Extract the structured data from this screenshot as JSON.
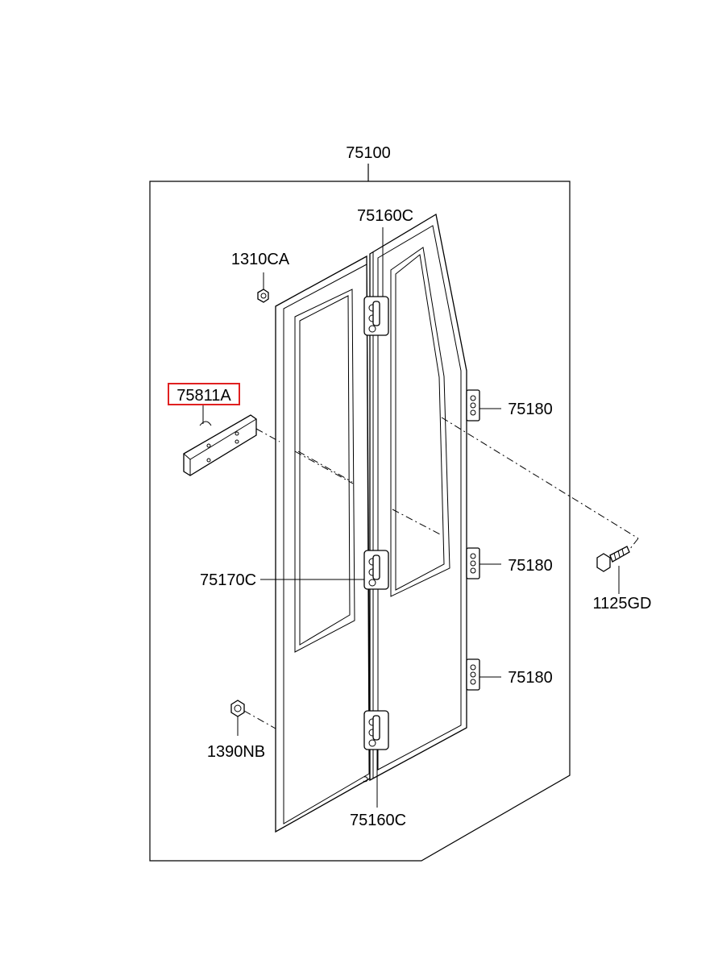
{
  "labels": {
    "assembly": "75100",
    "hinge_top": "75160C",
    "hinge_bottom": "75160C",
    "hinge_mid": "75170C",
    "nut_top": "1310CA",
    "bracket": "75811A",
    "striker_1": "75180",
    "striker_2": "75180",
    "striker_3": "75180",
    "bolt": "1125GD",
    "nut_bottom": "1390NB"
  },
  "highlight": {
    "part": "75811A",
    "color": "#e02020"
  }
}
